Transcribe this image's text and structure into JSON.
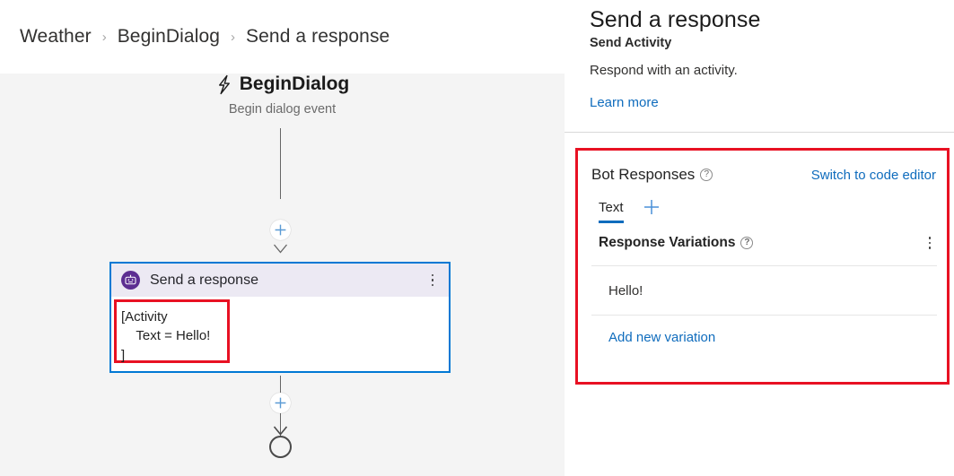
{
  "breadcrumb": {
    "items": [
      {
        "label": "Weather"
      },
      {
        "label": "BeginDialog"
      },
      {
        "label": "Send a response"
      }
    ],
    "separator": "›"
  },
  "canvas": {
    "trigger": {
      "icon": "lightning-bolt-icon",
      "title": "BeginDialog",
      "subtitle": "Begin dialog event"
    },
    "action_node": {
      "icon": "bot-icon",
      "title": "Send a response",
      "menu_icon": "more-vertical-icon",
      "activity_text": "[Activity\n    Text = Hello!\n]",
      "border_color": "#0078d4",
      "header_color": "#ece9f3",
      "highlight_color": "#e81123"
    },
    "add_node_button_label": "+",
    "end_node": "end-of-dialog"
  },
  "panel": {
    "title": "Send a response",
    "subtitle": "Send Activity",
    "description": "Respond with an activity.",
    "learn_more_label": "Learn more",
    "bot_responses": {
      "section_label": "Bot Responses",
      "help_icon": "?",
      "switch_link_label": "Switch to code editor",
      "tabs": [
        {
          "label": "Text",
          "active": true
        }
      ],
      "add_tab_label": "+",
      "variations": {
        "label": "Response Variations",
        "help_icon": "?",
        "menu_icon": "more-vertical-icon",
        "items": [
          {
            "text": "Hello!"
          }
        ],
        "add_label": "Add new variation"
      },
      "highlight_color": "#e81123"
    }
  },
  "colors": {
    "accent_blue": "#0f6cbd",
    "node_border": "#0078d4",
    "highlight_red": "#e81123",
    "bot_purple": "#5c2e91",
    "canvas_bg": "#f4f4f4"
  }
}
